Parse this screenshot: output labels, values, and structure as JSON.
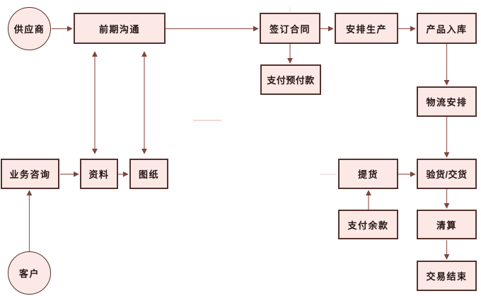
{
  "diagram": {
    "type": "flowchart",
    "nodes": {
      "supplier": {
        "label": "供应商",
        "shape": "circle"
      },
      "early_communication": {
        "label": "前期沟通",
        "shape": "rect"
      },
      "sign_contract": {
        "label": "签订合同",
        "shape": "rect"
      },
      "arrange_production": {
        "label": "安排生产",
        "shape": "rect"
      },
      "product_warehousing": {
        "label": "产品入库",
        "shape": "rect"
      },
      "pay_advance": {
        "label": "支付预付款",
        "shape": "rect"
      },
      "logistics": {
        "label": "物流安排",
        "shape": "rect"
      },
      "business_inquiry": {
        "label": "业务咨询",
        "shape": "rect"
      },
      "materials": {
        "label": "资料",
        "shape": "rect"
      },
      "drawings": {
        "label": "图纸",
        "shape": "rect"
      },
      "customer": {
        "label": "客户",
        "shape": "circle"
      },
      "pickup": {
        "label": "提货",
        "shape": "rect"
      },
      "inspection_delivery": {
        "label": "验货/交货",
        "shape": "rect"
      },
      "pay_balance": {
        "label": "支付余款",
        "shape": "rect"
      },
      "settlement": {
        "label": "清算",
        "shape": "rect"
      },
      "transaction_end": {
        "label": "交易结束",
        "shape": "rect"
      }
    },
    "edges": [
      {
        "from": "supplier",
        "to": "early_communication",
        "type": "arrow"
      },
      {
        "from": "early_communication",
        "to": "sign_contract",
        "type": "arrow"
      },
      {
        "from": "sign_contract",
        "to": "arrange_production",
        "type": "arrow"
      },
      {
        "from": "arrange_production",
        "to": "product_warehousing",
        "type": "arrow"
      },
      {
        "from": "sign_contract",
        "to": "pay_advance",
        "type": "arrow"
      },
      {
        "from": "product_warehousing",
        "to": "logistics",
        "type": "arrow"
      },
      {
        "from": "logistics",
        "to": "inspection_delivery",
        "type": "arrow"
      },
      {
        "from": "early_communication",
        "to": "materials",
        "type": "double-arrow"
      },
      {
        "from": "early_communication",
        "to": "drawings",
        "type": "double-arrow"
      },
      {
        "from": "business_inquiry",
        "to": "materials",
        "type": "arrow"
      },
      {
        "from": "materials",
        "to": "drawings",
        "type": "arrow"
      },
      {
        "from": "customer",
        "to": "business_inquiry",
        "type": "arrow"
      },
      {
        "from": "pickup",
        "to": "inspection_delivery",
        "type": "arrow"
      },
      {
        "from": "pay_balance",
        "to": "pickup",
        "type": "arrow"
      },
      {
        "from": "inspection_delivery",
        "to": "settlement",
        "type": "arrow"
      },
      {
        "from": "settlement",
        "to": "transaction_end",
        "type": "arrow"
      }
    ],
    "colors": {
      "background": "#ffffff",
      "node_fill": "#fce9e5",
      "node_border": "#55332e",
      "arrow": "#9a5f58",
      "arrowhead": "#7d453e",
      "text": "#241613",
      "artifact": "#f2d7d2"
    }
  }
}
